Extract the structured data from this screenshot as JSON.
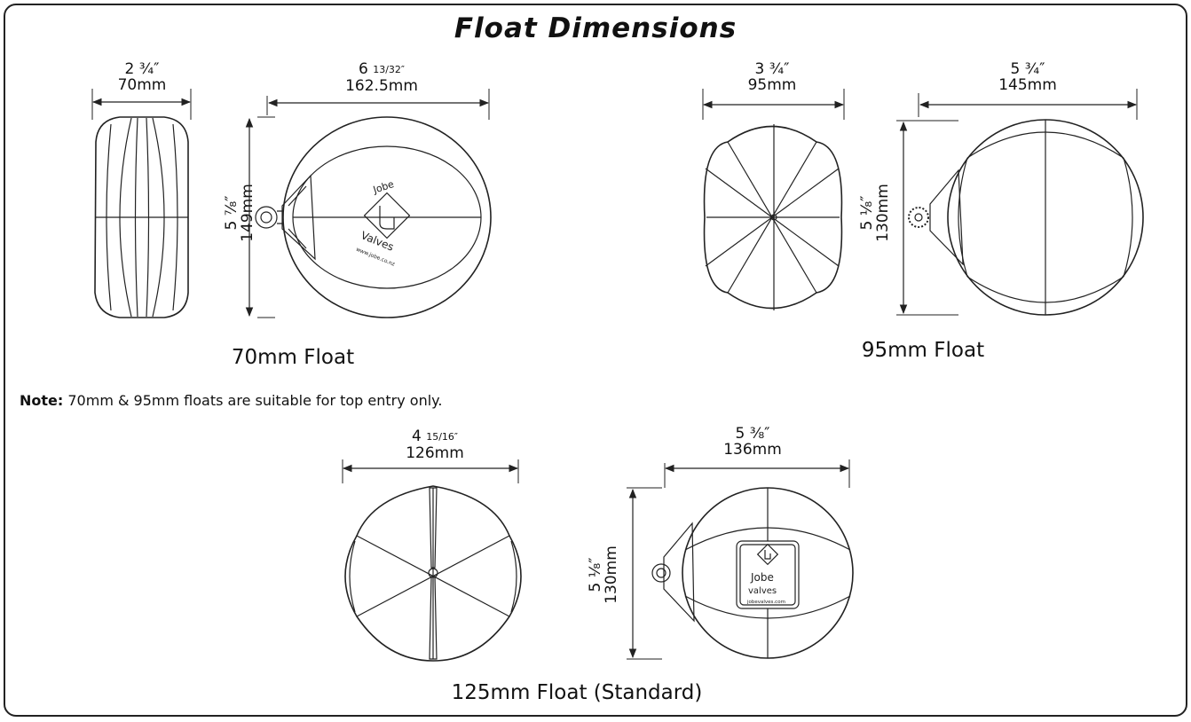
{
  "title": "Float Dimensions",
  "float_70": {
    "caption": "70mm Float",
    "width": {
      "imperial": "2 ¾″",
      "metric": "70mm"
    },
    "length": {
      "imperial_whole": "6",
      "imperial_frac": "13/32″",
      "metric": "162.5mm"
    },
    "height": {
      "imperial": "5 ⁷⁄₈″",
      "metric": "149mm"
    },
    "logo": {
      "brand": "Jobe",
      "line2": "Valves",
      "url": "www.jobe.co.nz"
    }
  },
  "float_95": {
    "caption": "95mm Float",
    "width": {
      "imperial": "3 ¾″",
      "metric": "95mm"
    },
    "length": {
      "imperial": "5 ¾″",
      "metric": "145mm"
    },
    "height": {
      "imperial": "5 ¹⁄₈″",
      "metric": "130mm"
    }
  },
  "note": {
    "label": "Note:",
    "text": " 70mm & 95mm floats are suitable for top entry only."
  },
  "float_125": {
    "caption": "125mm Float (Standard)",
    "width": {
      "imperial_whole": "4",
      "imperial_frac": "15/16″",
      "metric": "126mm"
    },
    "length": {
      "imperial": "5 ⅜″",
      "metric": "136mm"
    },
    "height": {
      "imperial": "5 ¹⁄₈″",
      "metric": "130mm"
    },
    "logo": {
      "brand": "Jobe",
      "line2": "valves",
      "url": "jobevalves.com"
    }
  },
  "colors": {
    "line": "#222222",
    "background": "#ffffff"
  }
}
